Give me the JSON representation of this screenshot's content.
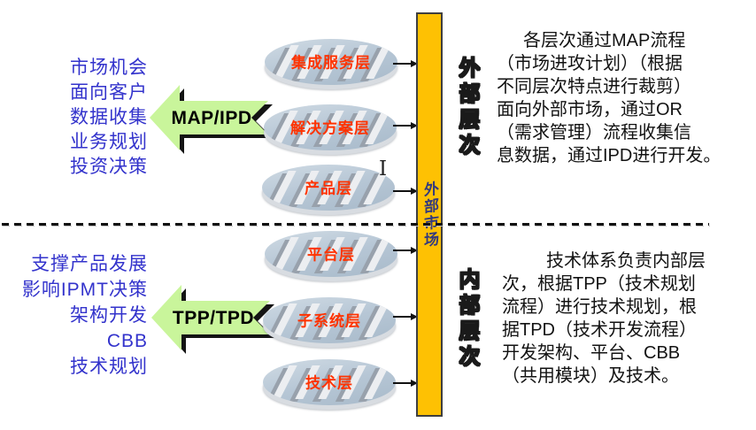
{
  "left_top_list": {
    "items": [
      "市场机会",
      "面向客户",
      "数据收集",
      "业务规划",
      "投资决策"
    ]
  },
  "left_bottom_list": {
    "items": [
      "支撑产品发展",
      "影响IPMT决策",
      "架构开发",
      "CBB",
      "技术规划"
    ]
  },
  "process_arrows": [
    {
      "label": "MAP/IPD"
    },
    {
      "label": "TPP/TPD"
    }
  ],
  "layers": [
    {
      "label": "集成服务层"
    },
    {
      "label": "解决方案层"
    },
    {
      "label": "产品层"
    },
    {
      "label": "平台层"
    },
    {
      "label": "子系统层"
    },
    {
      "label": "技术层"
    }
  ],
  "market_bar": {
    "label": "外部市场"
  },
  "side_labels": [
    {
      "label": "外部层次"
    },
    {
      "label": "内部层次"
    }
  ],
  "paragraphs": [
    {
      "lines": [
        "各层次通过MAP流程",
        "（市场进攻计划）（根据",
        "不同层次特点进行裁剪）",
        "面向外部市场，通过OR",
        "（需求管理）流程收集信",
        "息数据，通过IPD进行开发。"
      ]
    },
    {
      "lines": [
        "技术体系负责内部层",
        "次，根据TPP（技术规划",
        "流程）进行技术规划，根",
        "据TPD（技术开发流程）",
        "开发架构、平台、CBB",
        "（共用模块）及技术。"
      ]
    }
  ],
  "cursor_artifact": {
    "glyph": "I"
  },
  "colors": {
    "bar_yellow": "#FEC103",
    "arrow_green": "#C9F59B",
    "layer_text_red": "#FF3300",
    "list_blue": "#3333CC",
    "bar_text_navy": "#333A7E"
  }
}
